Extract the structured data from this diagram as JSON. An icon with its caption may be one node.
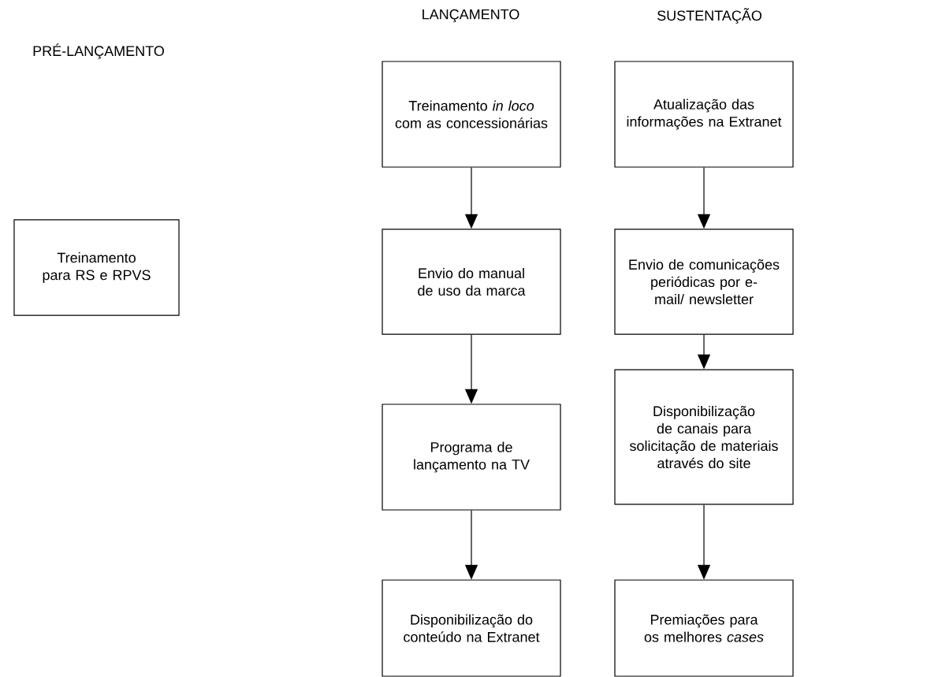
{
  "diagram": {
    "nodes": [
      {
        "text": [
          "Treinamento para RS e RPVS"
        ]
      },
      {
        "text": [
          "Treinamento *in loco* com as concessionárias"
        ]
      },
      {
        "text": [
          "Envio do manual de uso da marca"
        ]
      },
      {
        "text": [
          "Programa de lançamento na TV"
        ]
      },
      {
        "text": [
          "Disponibilização do conteúdo na Extranet"
        ]
      },
      {
        "text": [
          "Atualização das informações na Extranet"
        ]
      },
      {
        "text": [
          "Envio de comunicações periódicas por e-mail/ newsletter"
        ]
      },
      {
        "text": [
          "Disponibilização de canais para solicitação de materiais através do site"
        ]
      },
      {
        "text": [
          "Premiações para os melhores *cases*"
        ]
      }
    ],
    "edges": [
      {
        "from": 1,
        "to": 2,
        "arrow": "to"
      },
      {
        "from": 2,
        "to": 3,
        "arrow": "to"
      },
      {
        "from": 3,
        "to": 4,
        "arrow": "to"
      },
      {
        "from": 5,
        "to": 6,
        "arrow": "to"
      },
      {
        "from": 6,
        "to": 7,
        "arrow": "to"
      },
      {
        "from": 7,
        "to": 8,
        "arrow": "to"
      }
    ],
    "labels": [
      "LANÇAMENTO",
      "SUSTENTAÇÃO",
      "PRÉ-LANÇAMENTO"
    ]
  }
}
